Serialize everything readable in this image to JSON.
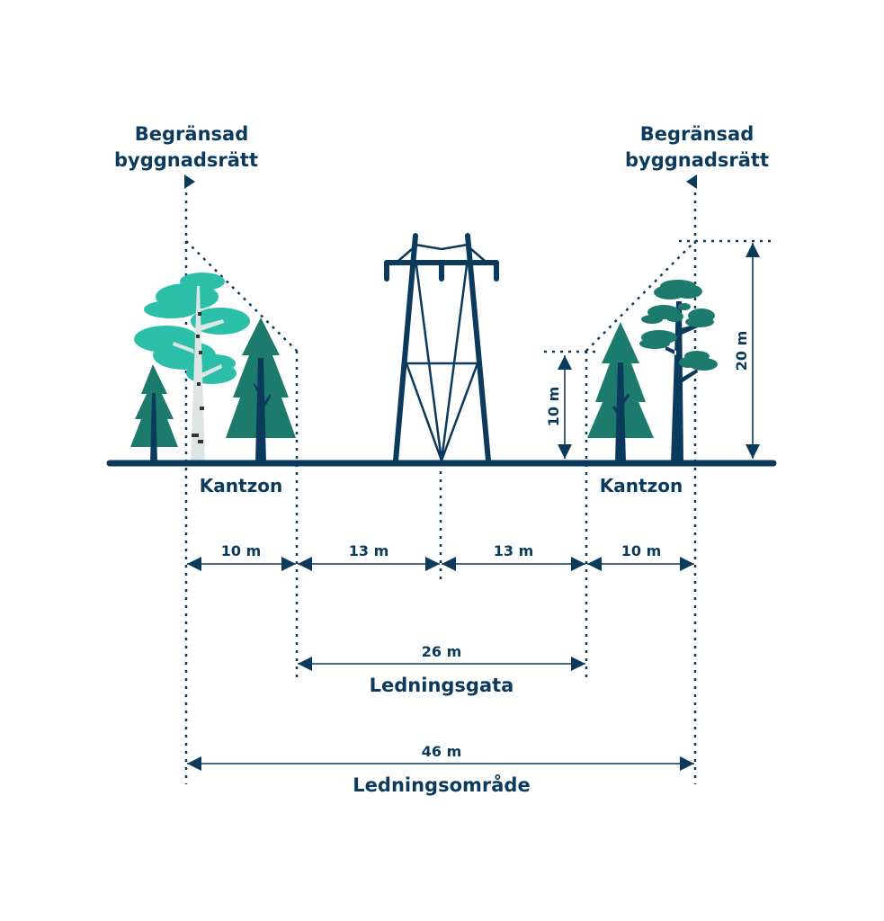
{
  "labels": {
    "left_title_1": "Begränsad",
    "left_title_2": "byggnadsrätt",
    "right_title_1": "Begränsad",
    "right_title_2": "byggnadsrätt",
    "left_zone": "Kantzon",
    "right_zone": "Kantzon"
  },
  "dimensions": {
    "left_kantzon": "10 m",
    "left_half": "13 m",
    "right_half": "13 m",
    "right_kantzon": "10 m",
    "ledningsgata_width": "26 m",
    "ledningsgata_label": "Ledningsgata",
    "ledningsomrade_width": "46 m",
    "ledningsomrade_label": "Ledningsområde",
    "height_low": "10 m",
    "height_high": "20 m"
  },
  "colors": {
    "navy": "#0b3a5d",
    "teal": "#2bbfa9",
    "spruce": "#1c7b6c",
    "birch": "#dde5e4"
  }
}
